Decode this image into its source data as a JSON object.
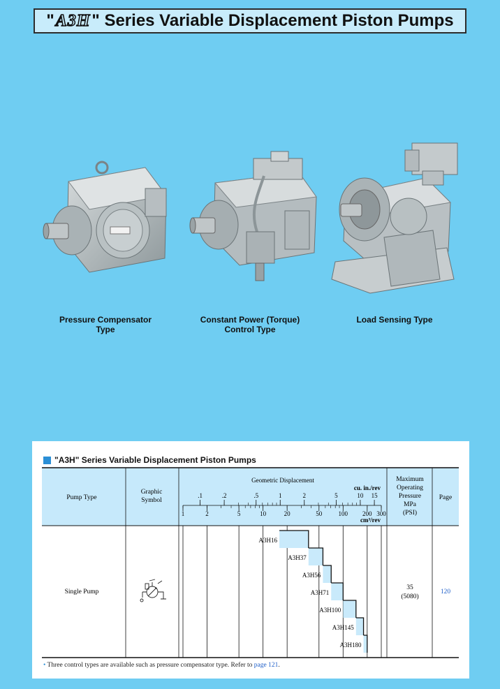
{
  "header": {
    "logo": "A3H",
    "title": "Series Variable Displacement Piston Pumps"
  },
  "products": [
    {
      "caption_lines": [
        "Pressure Compensator Type"
      ]
    },
    {
      "caption_lines": [
        "Constant Power (Torque)",
        "Control Type"
      ]
    },
    {
      "caption_lines": [
        "Load Sensing Type"
      ]
    }
  ],
  "table_section": {
    "title": "\"A3H\" Series Variable Displacement Piston Pumps",
    "columns": {
      "pump_type": "Pump Type",
      "graphic_symbol": [
        "Graphic",
        "Symbol"
      ],
      "geometric_displacement": "Geometric Displacement",
      "max_pressure": [
        "Maximum",
        "Operating",
        "Pressure",
        "MPa",
        "(PSI)"
      ],
      "page": "Page"
    },
    "scale_top_unit": "cu. in./rev",
    "scale_top_ticks": [
      ".1",
      ".2",
      ".5",
      "1",
      "2",
      "5",
      "10",
      "15"
    ],
    "scale_bottom_ticks": [
      "1",
      "2",
      "5",
      "10",
      "20",
      "50",
      "100",
      "200",
      "300"
    ],
    "scale_bottom_unit": "cm³/rev",
    "row": {
      "pump_type": "Single Pump",
      "pressure_mpa": "35",
      "pressure_psi": "(5080)",
      "page": "120"
    },
    "models": [
      {
        "name": "A3H16"
      },
      {
        "name": "A3H37"
      },
      {
        "name": "A3H56"
      },
      {
        "name": "A3H71"
      },
      {
        "name": "A3H100"
      },
      {
        "name": "A3H145"
      },
      {
        "name": "A3H180"
      }
    ],
    "note": {
      "bullet": "•",
      "text": "Three control types are available such as pressure compensator type.  Refer to",
      "link": "page 121",
      "end": "."
    },
    "colors": {
      "bar_fill": "#c9eafb",
      "accent": "#2b8fd6"
    }
  }
}
